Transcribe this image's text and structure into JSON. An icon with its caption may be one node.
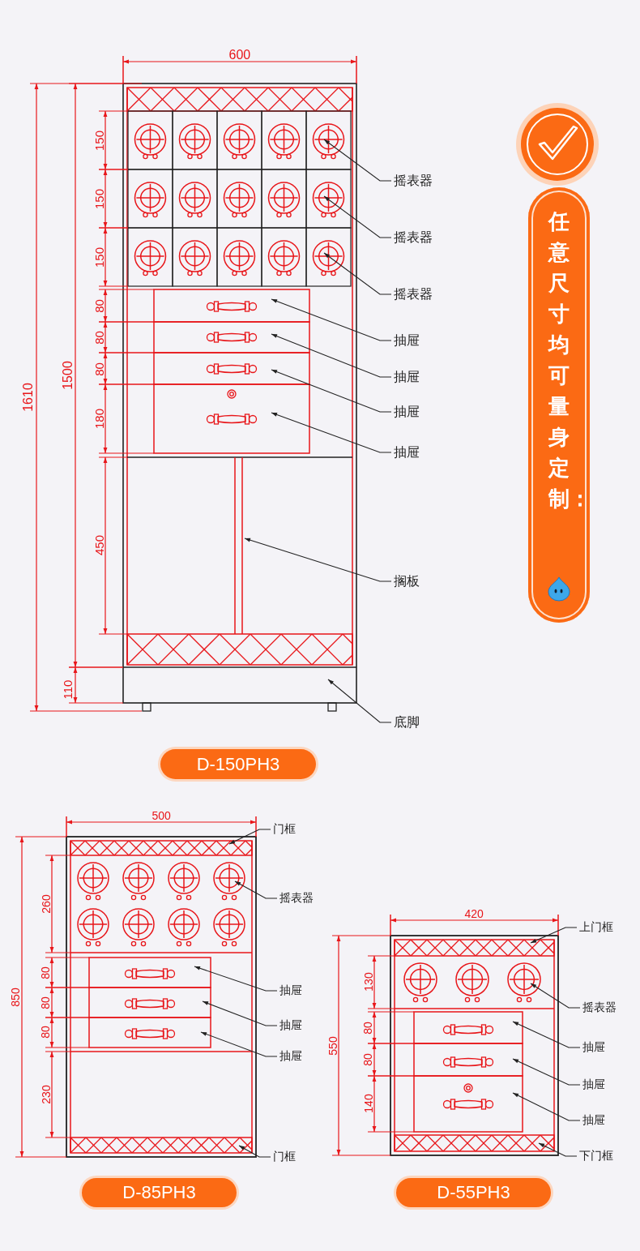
{
  "diagram": {
    "nodes": [
      {
        "text": [
          "摇表器"
        ]
      },
      {
        "text": [
          "摇表器"
        ]
      },
      {
        "text": [
          "摇表器"
        ]
      },
      {
        "text": [
          "抽屉"
        ]
      },
      {
        "text": [
          "抽屉"
        ]
      },
      {
        "text": [
          "抽屉"
        ]
      },
      {
        "text": [
          "抽屉"
        ]
      },
      {
        "text": [
          "搁板"
        ]
      },
      {
        "text": [
          "底脚"
        ]
      },
      {
        "text": [
          "D-150PH3"
        ]
      },
      {
        "text": [
          "任意尺寸均可量身定制："
        ]
      },
      {
        "text": [
          "门框"
        ]
      },
      {
        "text": [
          "摇表器"
        ]
      },
      {
        "text": [
          "抽屉"
        ]
      },
      {
        "text": [
          "抽屉"
        ]
      },
      {
        "text": [
          "抽屉"
        ]
      },
      {
        "text": [
          "门框"
        ]
      },
      {
        "text": [
          "D-85PH3"
        ]
      },
      {
        "text": [
          "上门框"
        ]
      },
      {
        "text": [
          "摇表器"
        ]
      },
      {
        "text": [
          "抽屉"
        ]
      },
      {
        "text": [
          "抽屉"
        ]
      },
      {
        "text": [
          "抽屉"
        ]
      },
      {
        "text": [
          "下门框"
        ]
      },
      {
        "text": [
          "D-55PH3"
        ]
      }
    ],
    "edges": [
      {
        "from": 0,
        "to": null,
        "arrow": "to"
      },
      {
        "from": 1,
        "to": null,
        "arrow": "to"
      },
      {
        "from": 2,
        "to": null,
        "arrow": "to"
      },
      {
        "from": 3,
        "to": null,
        "arrow": "to"
      },
      {
        "from": 4,
        "to": null,
        "arrow": "to"
      },
      {
        "from": 5,
        "to": null,
        "arrow": "to"
      },
      {
        "from": 6,
        "to": null,
        "arrow": "to"
      },
      {
        "from": 7,
        "to": null,
        "arrow": "to"
      },
      {
        "from": 8,
        "to": null,
        "arrow": "to"
      },
      {
        "from": 11,
        "to": null,
        "arrow": "to"
      },
      {
        "from": 12,
        "to": null,
        "arrow": "to"
      },
      {
        "from": 13,
        "to": null,
        "arrow": "to"
      },
      {
        "from": 14,
        "to": null,
        "arrow": "to"
      },
      {
        "from": 15,
        "to": null,
        "arrow": "to"
      },
      {
        "from": 16,
        "to": null,
        "arrow": "to"
      },
      {
        "from": 18,
        "to": null,
        "arrow": "to"
      },
      {
        "from": 19,
        "to": null,
        "arrow": "to"
      },
      {
        "from": 20,
        "to": null,
        "arrow": "to"
      },
      {
        "from": 21,
        "to": null,
        "arrow": "to"
      },
      {
        "from": 22,
        "to": null,
        "arrow": "to"
      },
      {
        "from": 23,
        "to": null,
        "arrow": "to"
      }
    ],
    "labels": [
      "600",
      "1610",
      "1500",
      "150",
      "150",
      "150",
      "80",
      "80",
      "80",
      "180",
      "450",
      "110",
      "500",
      "850",
      "260",
      "80",
      "80",
      "80",
      "230",
      "420",
      "550",
      "130",
      "80",
      "80",
      "140"
    ]
  }
}
